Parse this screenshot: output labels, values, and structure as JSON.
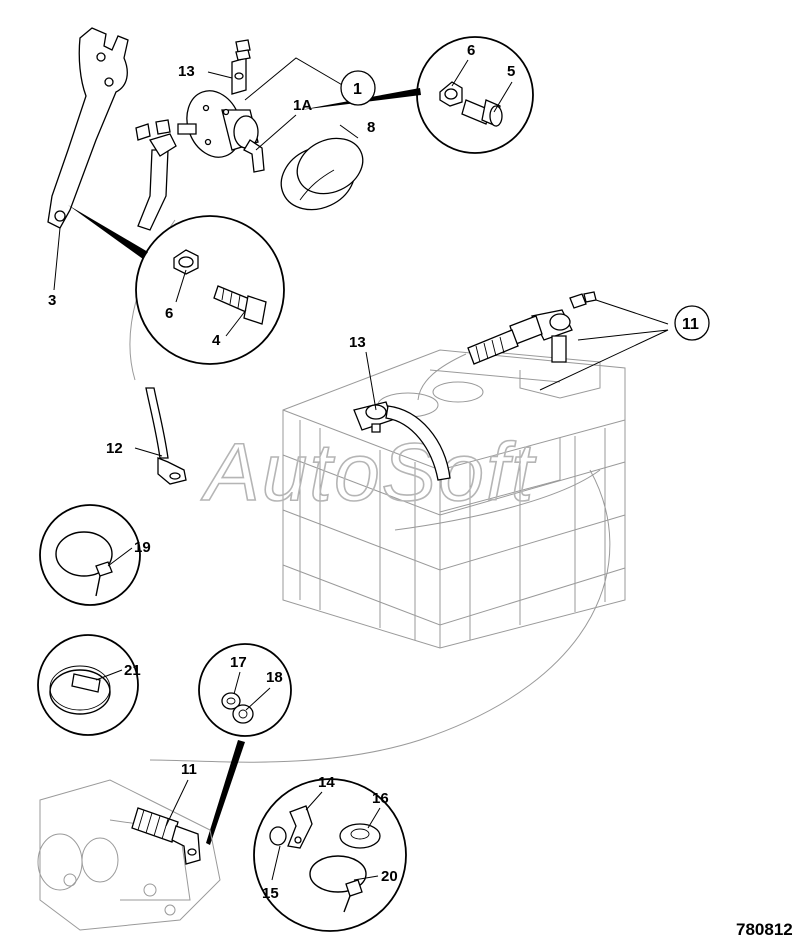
{
  "diagram": {
    "watermark": "AutoSoft",
    "part_number": "780812",
    "labels": {
      "l1": "1",
      "l1a": "1A",
      "l3": "3",
      "l4": "4",
      "l5": "5",
      "l6_top": "6",
      "l6_left": "6",
      "l8": "8",
      "l11_ref": "11",
      "l11_starter": "11",
      "l12": "12",
      "l13_top": "13",
      "l13_battery": "13",
      "l14": "14",
      "l15": "15",
      "l16": "16",
      "l17": "17",
      "l18": "18",
      "l19": "19",
      "l20": "20",
      "l21": "21"
    }
  }
}
